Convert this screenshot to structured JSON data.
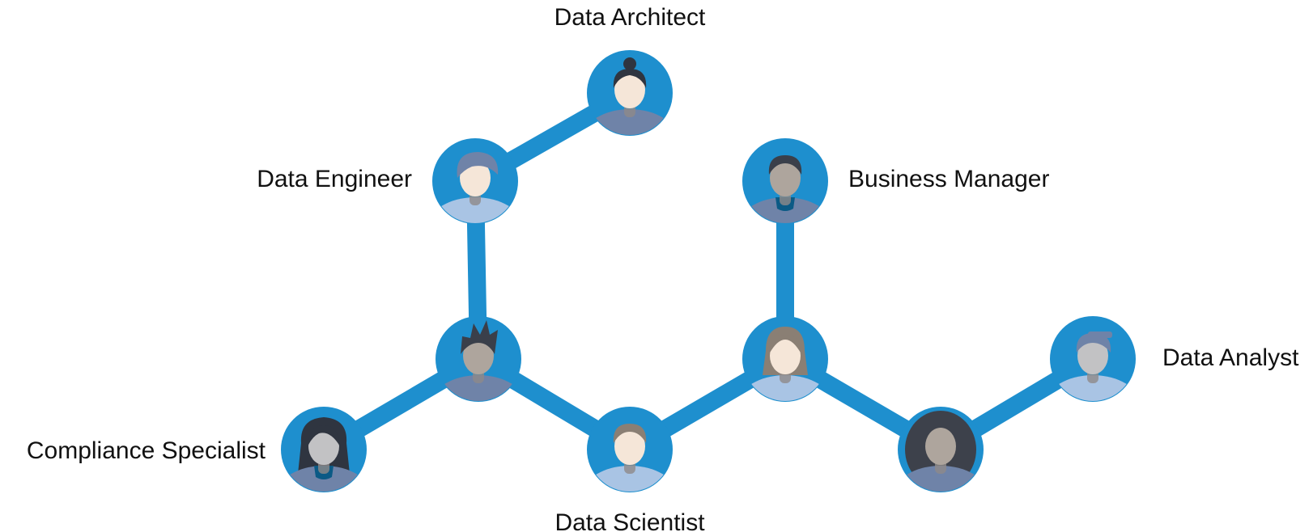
{
  "diagram": {
    "colors": {
      "link": "#1e8fce",
      "node_ring": "#1e8fce",
      "label_text": "#111111"
    },
    "roles": [
      {
        "id": "data-architect",
        "label": "Data Architect"
      },
      {
        "id": "data-engineer",
        "label": "Data Engineer"
      },
      {
        "id": "business-manager",
        "label": "Business Manager"
      },
      {
        "id": "data-analyst",
        "label": "Data Analyst"
      },
      {
        "id": "compliance-specialist",
        "label": "Compliance Specialist"
      },
      {
        "id": "data-scientist",
        "label": "Data Scientist"
      }
    ],
    "nodes": [
      {
        "id": "n-architect",
        "avatar": "person-bun-hair-light-skin-icon"
      },
      {
        "id": "n-engineer",
        "avatar": "person-swoop-hair-light-skin-icon"
      },
      {
        "id": "n-business",
        "avatar": "person-short-hair-tan-skin-icon"
      },
      {
        "id": "n-hub-left",
        "avatar": "person-spiky-hair-tan-skin-icon"
      },
      {
        "id": "n-hub-right",
        "avatar": "person-long-hair-light-skin-icon"
      },
      {
        "id": "n-analyst",
        "avatar": "person-cap-hair-gray-skin-icon"
      },
      {
        "id": "n-compliance",
        "avatar": "person-long-dark-hair-gray-skin-icon"
      },
      {
        "id": "n-scientist",
        "avatar": "person-short-hair-light-skin-icon"
      },
      {
        "id": "n-anon",
        "avatar": "person-hood-gray-skin-icon"
      }
    ],
    "links": [
      [
        "n-architect",
        "n-engineer"
      ],
      [
        "n-engineer",
        "n-hub-left"
      ],
      [
        "n-hub-left",
        "n-compliance"
      ],
      [
        "n-hub-left",
        "n-scientist"
      ],
      [
        "n-scientist",
        "n-hub-right"
      ],
      [
        "n-hub-right",
        "n-business"
      ],
      [
        "n-hub-right",
        "n-anon"
      ],
      [
        "n-anon",
        "n-analyst"
      ]
    ]
  }
}
